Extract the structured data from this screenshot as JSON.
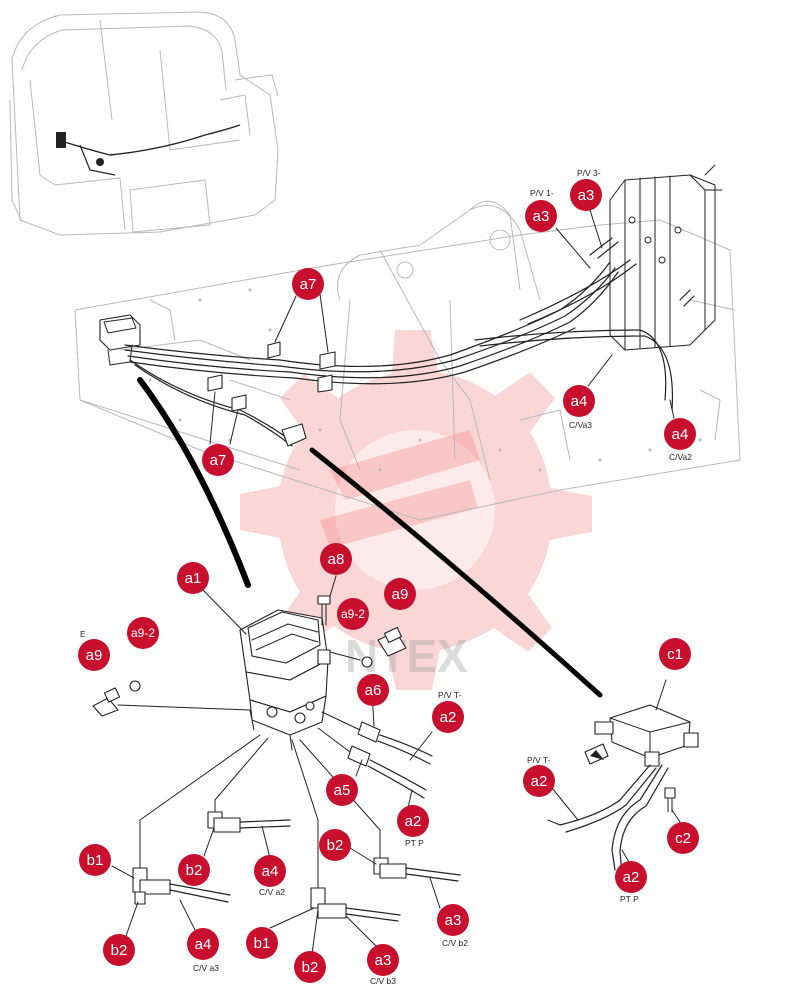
{
  "watermark": {
    "text": "NTEX",
    "color": "#e53935"
  },
  "colors": {
    "callout_fill": "#c8102e",
    "callout_text": "#ffffff",
    "line": "#222222"
  },
  "callouts": [
    {
      "id": "a1",
      "label": "a1"
    },
    {
      "id": "a3-left",
      "label": "a3"
    },
    {
      "id": "a3-right",
      "label": "a3"
    },
    {
      "id": "a7-top",
      "label": "a7"
    },
    {
      "id": "a7-bottom",
      "label": "a7"
    },
    {
      "id": "a4-cva3",
      "label": "a4"
    },
    {
      "id": "a4-cva2",
      "label": "a4"
    },
    {
      "id": "a8",
      "label": "a8"
    },
    {
      "id": "a9-2-right",
      "label": "a9-2"
    },
    {
      "id": "a9-right",
      "label": "a9"
    },
    {
      "id": "a9-2-left",
      "label": "a9-2"
    },
    {
      "id": "a9-left",
      "label": "a9"
    },
    {
      "id": "a6",
      "label": "a6"
    },
    {
      "id": "a2-pvt",
      "label": "a2"
    },
    {
      "id": "a5",
      "label": "a5"
    },
    {
      "id": "a2-ptp",
      "label": "a2"
    },
    {
      "id": "c1",
      "label": "c1"
    },
    {
      "id": "a2-valve-pvt",
      "label": "a2"
    },
    {
      "id": "c2",
      "label": "c2"
    },
    {
      "id": "a2-valve-ptp",
      "label": "a2"
    },
    {
      "id": "b1-left",
      "label": "b1"
    },
    {
      "id": "b2-top",
      "label": "b2"
    },
    {
      "id": "a4-cva2-low",
      "label": "a4"
    },
    {
      "id": "b2-right",
      "label": "b2"
    },
    {
      "id": "a3-cvb2",
      "label": "a3"
    },
    {
      "id": "b2-left",
      "label": "b2"
    },
    {
      "id": "a4-cva3-low",
      "label": "a4"
    },
    {
      "id": "b1-mid",
      "label": "b1"
    },
    {
      "id": "b2-mid",
      "label": "b2"
    },
    {
      "id": "a3-cvb3",
      "label": "a3"
    }
  ],
  "notes": [
    {
      "id": "pv1",
      "text": "P/V 1-"
    },
    {
      "id": "pv3",
      "text": "P/V 3-"
    },
    {
      "id": "cva3-top",
      "text": "C/Va3"
    },
    {
      "id": "cva2-top",
      "text": "C/Va2"
    },
    {
      "id": "e-mark",
      "text": "E"
    },
    {
      "id": "pvt-upper",
      "text": "P/V T-"
    },
    {
      "id": "ptp-mid",
      "text": "PT P"
    },
    {
      "id": "pvt-valve",
      "text": "P/V T-"
    },
    {
      "id": "ptp-valve",
      "text": "PT P"
    },
    {
      "id": "cva2-low",
      "text": "C/V a2"
    },
    {
      "id": "cvb2-low",
      "text": "C/V b2"
    },
    {
      "id": "cva3-low",
      "text": "C/V a3"
    },
    {
      "id": "cvb3-low",
      "text": "C/V b3"
    }
  ]
}
